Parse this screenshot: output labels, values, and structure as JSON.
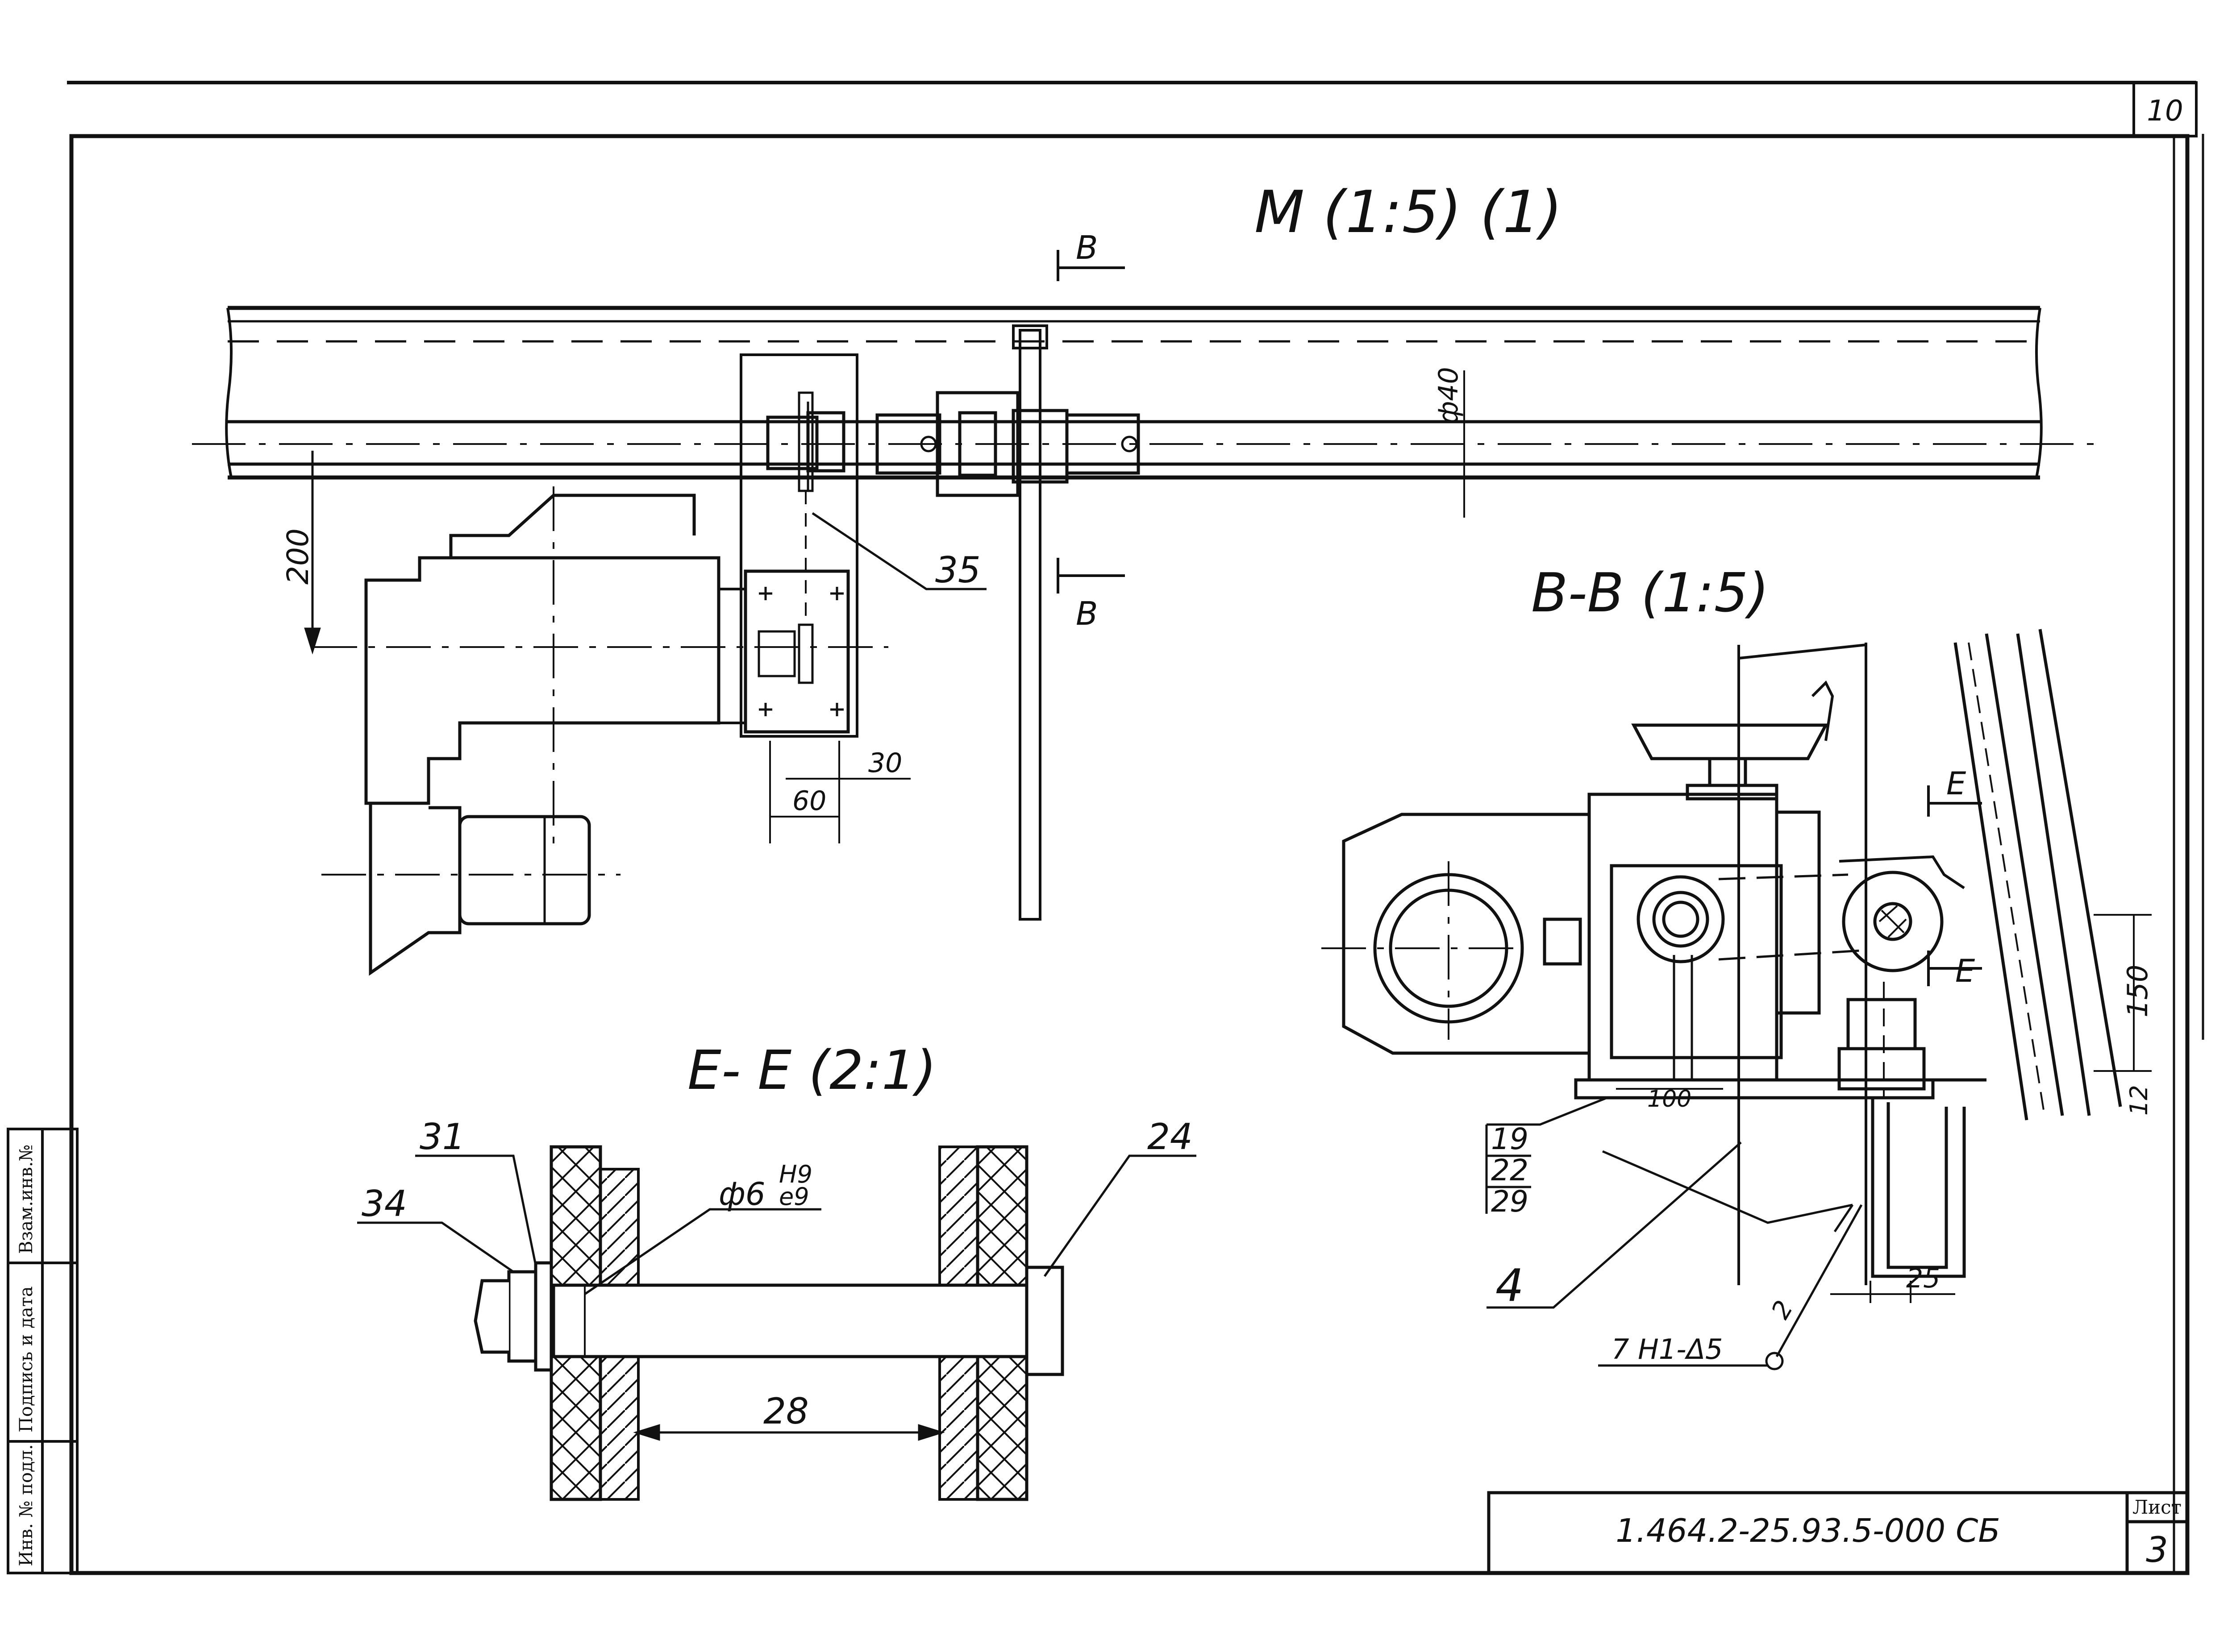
{
  "sheet": {
    "page_number_top": "10",
    "sheet_label": "Лист",
    "sheet_number": "3",
    "document_code": "1.464.2-25.93.5-000 СБ"
  },
  "side_stamp": {
    "inv_no": "Инв. № подл.",
    "signature_date": "Подпись и дата",
    "replaced_inv": "Взам.инв.№"
  },
  "view_m": {
    "title": "М (1:5) (1)",
    "dim_diameter": "ф40",
    "dim_height": "200",
    "dim_30": "30",
    "dim_60": "60",
    "leader_35": "35",
    "section_mark_top": "В",
    "section_mark_bottom": "В"
  },
  "view_bb": {
    "title": "В-В (1:5)",
    "dim_150": "150",
    "dim_12": "12",
    "dim_100": "100",
    "dim_25": "25",
    "leaders": [
      "19",
      "22",
      "29"
    ],
    "leader_4": "4",
    "leader_2": "2",
    "weld_note": "7 Н1-Δ5",
    "section_mark_e_top": "Е",
    "section_mark_e_bottom": "Е"
  },
  "view_ee": {
    "title": "Е- Е (2:1)",
    "leader_31": "31",
    "leader_34": "34",
    "leader_24": "24",
    "fit": "ф6",
    "fit_upper": "Н9",
    "fit_lower": "е9",
    "dim_28": "28"
  }
}
